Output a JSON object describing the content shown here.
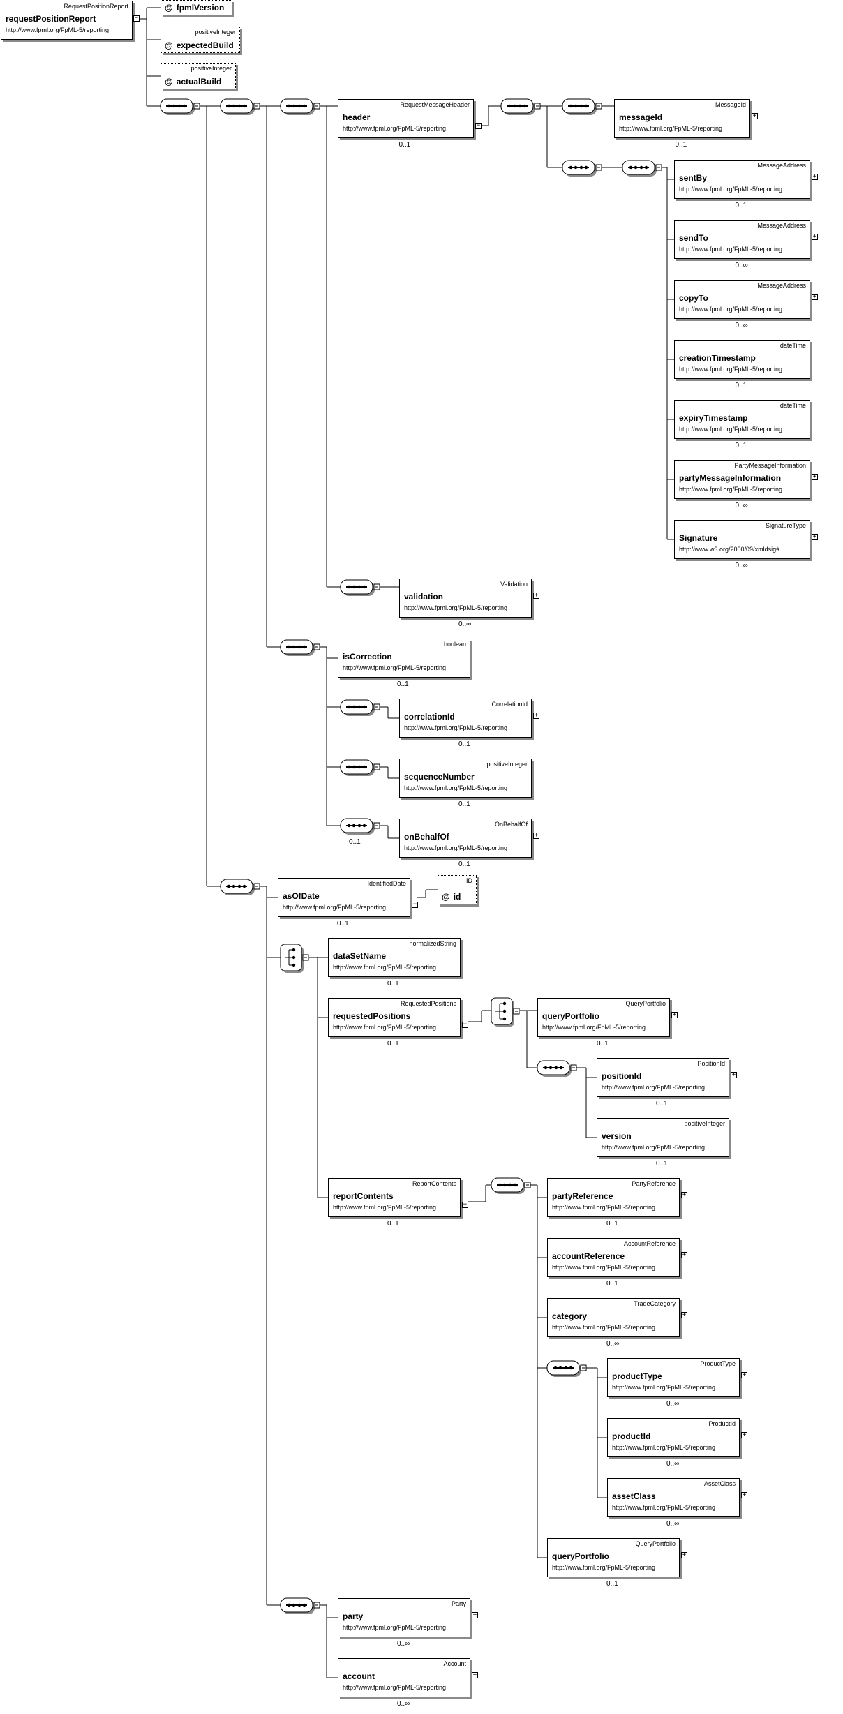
{
  "colors": {
    "line": "#000000",
    "shadow": "#8a8a8a",
    "compositor": "#ffffff"
  },
  "icons": {
    "expand": "plus-box-icon",
    "collapse": "minus-box-icon",
    "attribute": "at-sign-icon",
    "sequence": "sequence-icon",
    "choice": "choice-icon"
  },
  "symbols": {
    "expand": "+",
    "collapse": "−",
    "attribute": "@"
  },
  "root": {
    "type": "RequestPositionReport",
    "name": "requestPositionReport",
    "ns": "http://www.fpml.org/FpML-5/reporting"
  },
  "attributes": [
    {
      "type": "",
      "name": "fpmlVersion"
    },
    {
      "type": "positiveInteger",
      "name": "expectedBuild"
    },
    {
      "type": "positiveInteger",
      "name": "actualBuild"
    }
  ],
  "elements": [
    {
      "type": "RequestMessageHeader",
      "name": "header",
      "ns": "http://www.fpml.org/FpML-5/reporting",
      "card": "0..1"
    },
    {
      "type": "MessageId",
      "name": "messageId",
      "ns": "http://www.fpml.org/FpML-5/reporting",
      "card": "0..1"
    },
    {
      "type": "MessageAddress",
      "name": "sentBy",
      "ns": "http://www.fpml.org/FpML-5/reporting",
      "card": "0..1"
    },
    {
      "type": "MessageAddress",
      "name": "sendTo",
      "ns": "http://www.fpml.org/FpML-5/reporting",
      "card": "0..∞"
    },
    {
      "type": "MessageAddress",
      "name": "copyTo",
      "ns": "http://www.fpml.org/FpML-5/reporting",
      "card": "0..∞"
    },
    {
      "type": "dateTime",
      "name": "creationTimestamp",
      "ns": "http://www.fpml.org/FpML-5/reporting",
      "card": "0..1"
    },
    {
      "type": "dateTime",
      "name": "expiryTimestamp",
      "ns": "http://www.fpml.org/FpML-5/reporting",
      "card": "0..1"
    },
    {
      "type": "PartyMessageInformation",
      "name": "partyMessageInformation",
      "ns": "http://www.fpml.org/FpML-5/reporting",
      "card": "0..∞"
    },
    {
      "type": "SignatureType",
      "name": "Signature",
      "ns": "http://www.w3.org/2000/09/xmldsig#",
      "card": "0..∞"
    },
    {
      "type": "Validation",
      "name": "validation",
      "ns": "http://www.fpml.org/FpML-5/reporting",
      "card": "0..∞"
    },
    {
      "type": "boolean",
      "name": "isCorrection",
      "ns": "http://www.fpml.org/FpML-5/reporting",
      "card": "0..1"
    },
    {
      "type": "CorrelationId",
      "name": "correlationId",
      "ns": "http://www.fpml.org/FpML-5/reporting",
      "card": "0..1"
    },
    {
      "type": "positiveInteger",
      "name": "sequenceNumber",
      "ns": "http://www.fpml.org/FpML-5/reporting",
      "card": "0..1"
    },
    {
      "type": "OnBehalfOf",
      "name": "onBehalfOf",
      "ns": "http://www.fpml.org/FpML-5/reporting",
      "card": "0..1"
    },
    {
      "type": "IdentifiedDate",
      "name": "asOfDate",
      "ns": "http://www.fpml.org/FpML-5/reporting",
      "card": "0..1"
    },
    {
      "type": "normalizedString",
      "name": "dataSetName",
      "ns": "http://www.fpml.org/FpML-5/reporting",
      "card": "0..1"
    },
    {
      "type": "RequestedPositions",
      "name": "requestedPositions",
      "ns": "http://www.fpml.org/FpML-5/reporting",
      "card": "0..1"
    },
    {
      "type": "QueryPortfolio",
      "name": "queryPortfolio",
      "ns": "http://www.fpml.org/FpML-5/reporting",
      "card": "0..1"
    },
    {
      "type": "PositionId",
      "name": "positionId",
      "ns": "http://www.fpml.org/FpML-5/reporting",
      "card": "0..1"
    },
    {
      "type": "positiveInteger",
      "name": "version",
      "ns": "http://www.fpml.org/FpML-5/reporting",
      "card": "0..1"
    },
    {
      "type": "ReportContents",
      "name": "reportContents",
      "ns": "http://www.fpml.org/FpML-5/reporting",
      "card": "0..1"
    },
    {
      "type": "PartyReference",
      "name": "partyReference",
      "ns": "http://www.fpml.org/FpML-5/reporting",
      "card": "0..1"
    },
    {
      "type": "AccountReference",
      "name": "accountReference",
      "ns": "http://www.fpml.org/FpML-5/reporting",
      "card": "0..1"
    },
    {
      "type": "TradeCategory",
      "name": "category",
      "ns": "http://www.fpml.org/FpML-5/reporting",
      "card": "0..∞"
    },
    {
      "type": "ProductType",
      "name": "productType",
      "ns": "http://www.fpml.org/FpML-5/reporting",
      "card": "0..∞"
    },
    {
      "type": "ProductId",
      "name": "productId",
      "ns": "http://www.fpml.org/FpML-5/reporting",
      "card": "0..∞"
    },
    {
      "type": "AssetClass",
      "name": "assetClass",
      "ns": "http://www.fpml.org/FpML-5/reporting",
      "card": "0..∞"
    },
    {
      "type": "QueryPortfolio",
      "name": "queryPortfolio",
      "ns": "http://www.fpml.org/FpML-5/reporting",
      "card": "0..1"
    },
    {
      "type": "Party",
      "name": "party",
      "ns": "http://www.fpml.org/FpML-5/reporting",
      "card": "0..∞"
    },
    {
      "type": "Account",
      "name": "account",
      "ns": "http://www.fpml.org/FpML-5/reporting",
      "card": "0..∞"
    }
  ],
  "asOfDate_attribute": {
    "type": "ID",
    "name": "id"
  },
  "onBehalfOf_sequence_card": "0..1"
}
